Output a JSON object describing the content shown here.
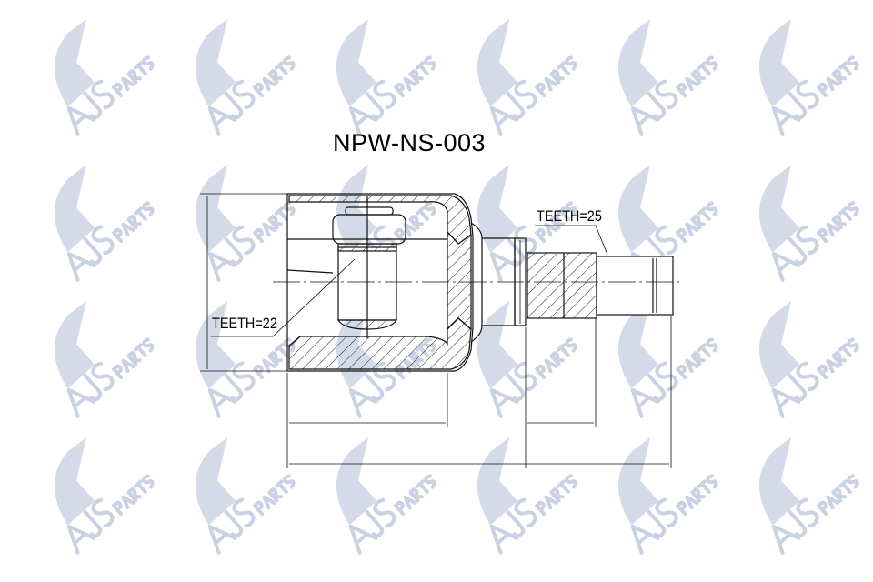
{
  "title": "NPW-NS-003",
  "labels": {
    "teeth_inner": "TEETH=22",
    "teeth_outer": "TEETH=25"
  },
  "watermark": {
    "text": "AJS PARTS",
    "color": "#c9d1e2"
  }
}
